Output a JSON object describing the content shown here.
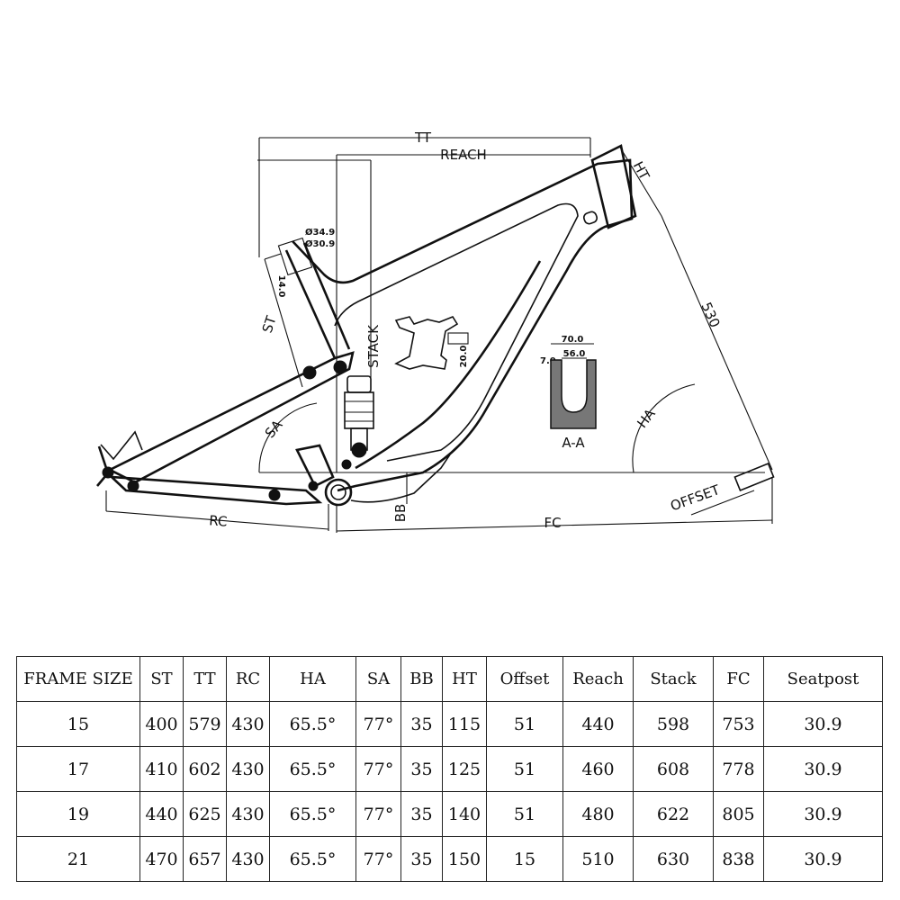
{
  "diagram": {
    "labels": {
      "tt": "TT",
      "reach": "REACH",
      "ht": "HT",
      "length_530": "530",
      "st": "ST",
      "stack": "STACK",
      "sa": "SA",
      "ha": "HA",
      "rc": "RC",
      "bb": "BB",
      "fc": "FC",
      "offset": "OFFSET",
      "section": "A-A",
      "dim_34_9": "Ø34.9",
      "dim_30_9": "Ø30.9",
      "dim_14_0": "14.0",
      "dim_20_0": "20.0",
      "dim_70_0": "70.0",
      "dim_56_0": "56.0",
      "dim_7_0": "7.0"
    }
  },
  "table": {
    "headers": [
      "FRAME SIZE",
      "ST",
      "TT",
      "RC",
      "HA",
      "SA",
      "BB",
      "HT",
      "Offset",
      "Reach",
      "Stack",
      "FC",
      "Seatpost"
    ],
    "rows": [
      [
        "15",
        "400",
        "579",
        "430",
        "65.5°",
        "77°",
        "35",
        "115",
        "51",
        "440",
        "598",
        "753",
        "30.9"
      ],
      [
        "17",
        "410",
        "602",
        "430",
        "65.5°",
        "77°",
        "35",
        "125",
        "51",
        "460",
        "608",
        "778",
        "30.9"
      ],
      [
        "19",
        "440",
        "625",
        "430",
        "65.5°",
        "77°",
        "35",
        "140",
        "51",
        "480",
        "622",
        "805",
        "30.9"
      ],
      [
        "21",
        "470",
        "657",
        "430",
        "65.5°",
        "77°",
        "35",
        "150",
        "15",
        "510",
        "630",
        "838",
        "30.9"
      ]
    ]
  }
}
